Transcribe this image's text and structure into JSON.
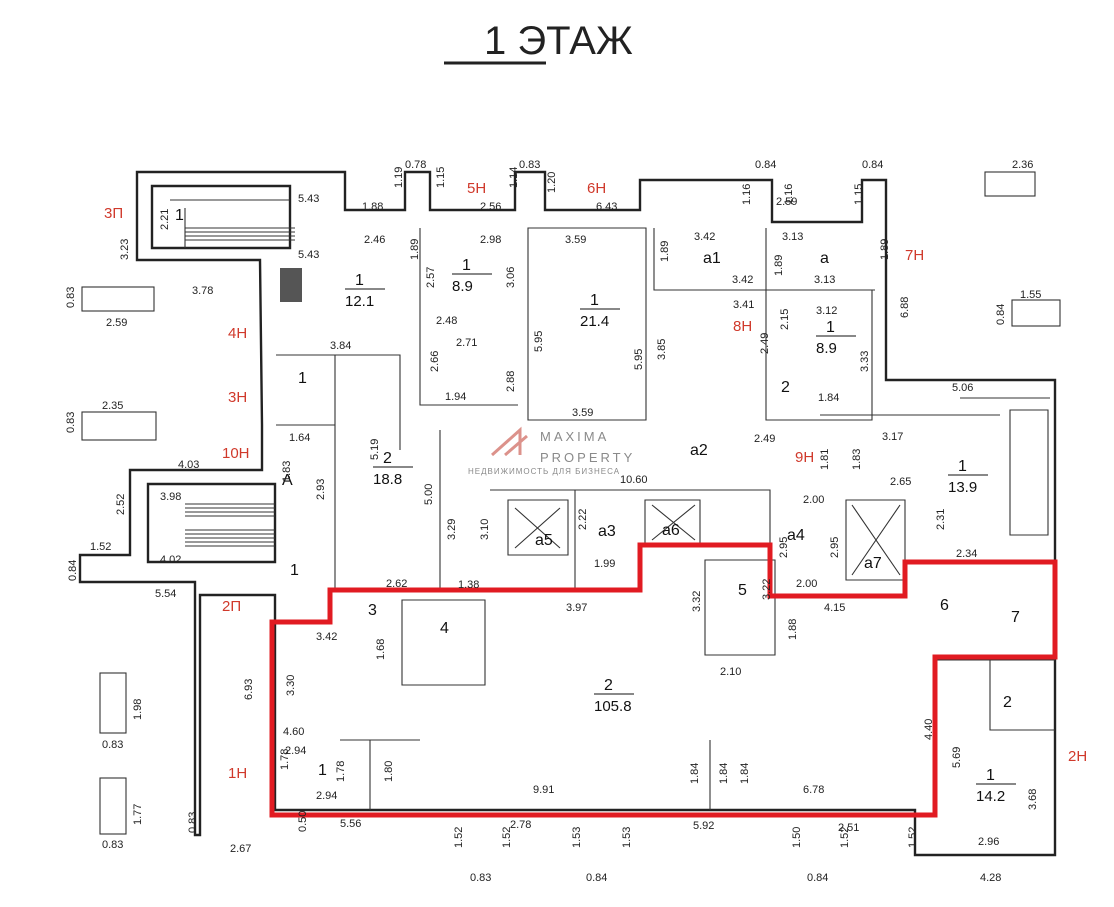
{
  "title": "1 ЭТАЖ",
  "watermark": {
    "line1": "MAXIMA",
    "line2": "PROPERTY",
    "tagline": "НЕДВИЖИМОСТЬ ДЛЯ БИЗНЕСА"
  },
  "axis_labels": [
    "3П",
    "5Н",
    "6Н",
    "7Н",
    "4Н",
    "8Н",
    "3Н",
    "10Н",
    "9Н",
    "2П",
    "1Н",
    "2Н"
  ],
  "rooms": [
    {
      "num": "1",
      "area": ""
    },
    {
      "num": "1",
      "area": "12.1"
    },
    {
      "num": "1",
      "area": "8.9"
    },
    {
      "num": "1",
      "area": "21.4"
    },
    {
      "num": "a1",
      "area": ""
    },
    {
      "num": "a",
      "area": ""
    },
    {
      "num": "1",
      "area": "8.9"
    },
    {
      "num": "2",
      "area": ""
    },
    {
      "num": "1",
      "area": ""
    },
    {
      "num": "2",
      "area": "18.8"
    },
    {
      "num": "A",
      "area": ""
    },
    {
      "num": "a2",
      "area": ""
    },
    {
      "num": "1",
      "area": "13.9"
    },
    {
      "num": "a5",
      "area": ""
    },
    {
      "num": "a3",
      "area": ""
    },
    {
      "num": "a6",
      "area": ""
    },
    {
      "num": "a4",
      "area": ""
    },
    {
      "num": "a7",
      "area": ""
    },
    {
      "num": "1",
      "area": ""
    },
    {
      "num": "3",
      "area": ""
    },
    {
      "num": "4",
      "area": ""
    },
    {
      "num": "5",
      "area": ""
    },
    {
      "num": "6",
      "area": ""
    },
    {
      "num": "7",
      "area": ""
    },
    {
      "num": "2",
      "area": "105.8"
    },
    {
      "num": "2",
      "area": ""
    },
    {
      "num": "1",
      "area": ""
    },
    {
      "num": "1",
      "area": "14.2"
    }
  ],
  "dimensions": [
    "0.78",
    "0.83",
    "0.84",
    "0.84",
    "2.36",
    "1.19",
    "1.15",
    "1.14",
    "1.20",
    "1.16",
    "1.16",
    "1.15",
    "5.43",
    "1.88",
    "2.56",
    "6.43",
    "2.59",
    "2.21",
    "3.23",
    "5.43",
    "2.46",
    "2.98",
    "3.59",
    "3.42",
    "1.89",
    "3.13",
    "1.89",
    "2.57",
    "3.06",
    "1.89",
    "3.42",
    "3.13",
    "1.89",
    "1.55",
    "0.84",
    "3.78",
    "0.83",
    "2.59",
    "3.41",
    "3.12",
    "6.88",
    "2.48",
    "5.95",
    "5.95",
    "2.15",
    "2.71",
    "3.85",
    "2.49",
    "3.33",
    "3.84",
    "2.66",
    "2.88",
    "1.94",
    "1.84",
    "5.06",
    "2.35",
    "0.83",
    "3.59",
    "1.64",
    "2.49",
    "3.17",
    "4.03",
    "1.83",
    "2.93",
    "5.19",
    "10.60",
    "1.81",
    "1.83",
    "2.65",
    "5.00",
    "2.52",
    "3.98",
    "2.00",
    "2.31",
    "1.52",
    "4.02",
    "3.29",
    "3.10",
    "2.22",
    "2.95",
    "2.95",
    "0.84",
    "2.62",
    "1.38",
    "1.99",
    "2.00",
    "2.34",
    "5.54",
    "3.97",
    "3.32",
    "3.22",
    "4.15",
    "3.42",
    "1.68",
    "1.88",
    "2.10",
    "6.93",
    "3.30",
    "1.98",
    "0.83",
    "4.60",
    "4.40",
    "5.69",
    "1.78",
    "1.78",
    "1.80",
    "1.84",
    "1.84",
    "1.84",
    "9.91",
    "6.78",
    "3.68",
    "1.77",
    "0.83",
    "0.50",
    "5.56",
    "2.78",
    "5.92",
    "2.51",
    "0.83",
    "2.67",
    "1.52",
    "1.52",
    "1.53",
    "1.53",
    "1.50",
    "1.52",
    "1.52",
    "2.96",
    "0.83",
    "0.84",
    "0.84",
    "4.28",
    "2.94",
    "2.94"
  ],
  "colors": {
    "highlight": "#e11b22",
    "axis_label": "#d0392b",
    "line": "#222222"
  }
}
